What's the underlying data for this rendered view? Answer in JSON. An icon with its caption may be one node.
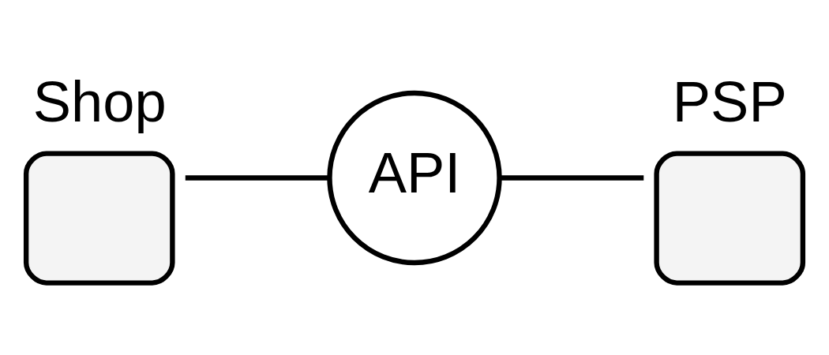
{
  "diagram": {
    "nodes": [
      {
        "text": [
          "Shop"
        ]
      },
      {
        "text": [
          "API"
        ]
      },
      {
        "text": [
          "PSP"
        ]
      }
    ],
    "edges": [
      {
        "from": 0,
        "to": 1,
        "arrow": "none"
      },
      {
        "from": 1,
        "to": 2,
        "arrow": "none"
      }
    ]
  }
}
